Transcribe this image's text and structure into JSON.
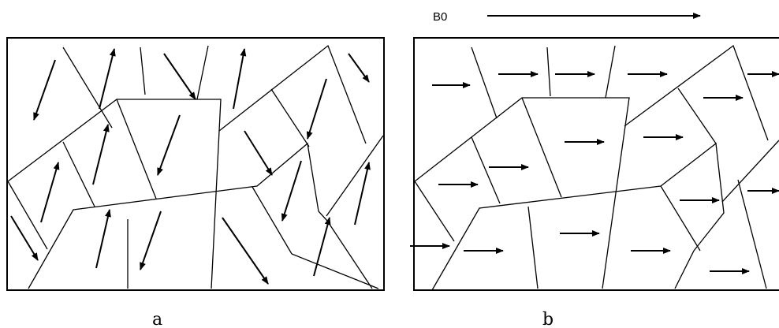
{
  "panels": [
    {
      "label": "a"
    },
    {
      "label": "b"
    }
  ],
  "field": {
    "label": "B0"
  },
  "colors": {
    "ink": "#000000",
    "background": "#ffffff"
  }
}
